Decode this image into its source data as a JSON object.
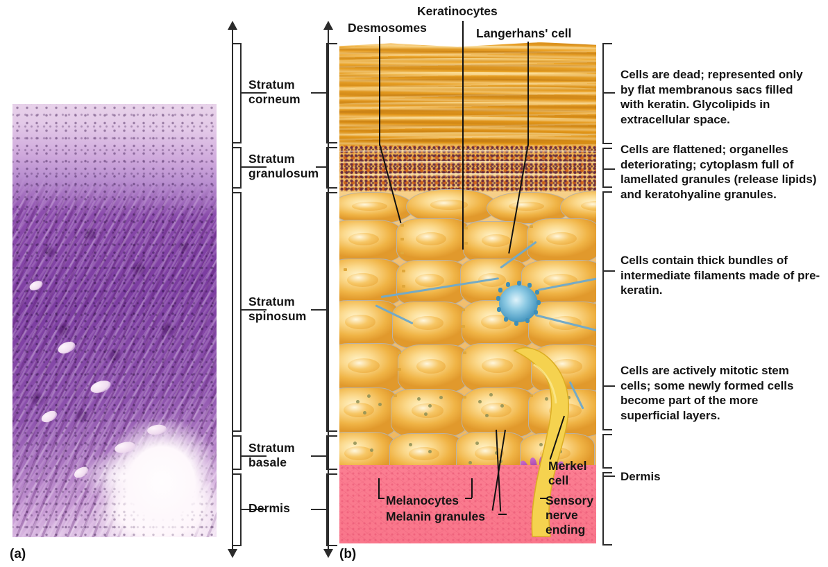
{
  "figure": {
    "panel_a_tag": "(a)",
    "panel_b_tag": "(b)"
  },
  "layer_labels": [
    {
      "id": "stratum-corneum",
      "text": "Stratum\ncorneum"
    },
    {
      "id": "stratum-granulosum",
      "text": "Stratum\ngranulosum"
    },
    {
      "id": "stratum-spinosum",
      "text": "Stratum\nspinosum"
    },
    {
      "id": "stratum-basale",
      "text": "Stratum\nbasale"
    },
    {
      "id": "dermis",
      "text": "Dermis"
    }
  ],
  "descriptions": [
    {
      "id": "corneum-desc",
      "text": "Cells are dead; represented only by flat membranous sacs filled with keratin. Glycolipids in extracellular space."
    },
    {
      "id": "granulosum-desc",
      "text": "Cells are flattened; organelles deteriorating; cytoplasm full of lamellated granules (release lipids) and keratohyaline granules."
    },
    {
      "id": "spinosum-desc",
      "text": "Cells contain thick bundles of intermediate filaments made of pre-keratin."
    },
    {
      "id": "basale-desc",
      "text": "Cells are actively mitotic stem cells; some newly formed cells become part of the more superficial layers."
    },
    {
      "id": "dermis-desc",
      "text": "Dermis"
    }
  ],
  "callouts": {
    "desmosomes": "Desmosomes",
    "keratinocytes": "Keratinocytes",
    "langerhans_cell": "Langerhans' cell",
    "melanocytes": "Melanocytes",
    "melanin_granules": "Melanin granules",
    "merkel_cell": "Merkel\ncell",
    "sensory_nerve_ending": "Sensory\nnerve\nending"
  },
  "colors": {
    "stratum_corneum": "#eca425",
    "stratum_granulosum": "#edb057",
    "keratinocyte": "#f2bd6a",
    "dermis": "#fb7e92",
    "langerhans": "#4f9dc4",
    "merkel": "#a13fa6",
    "nerve": "#f2d24e",
    "melanocyte": "#9c9790",
    "micrograph": "#8e4fae",
    "ink": "#1a1a1a"
  }
}
